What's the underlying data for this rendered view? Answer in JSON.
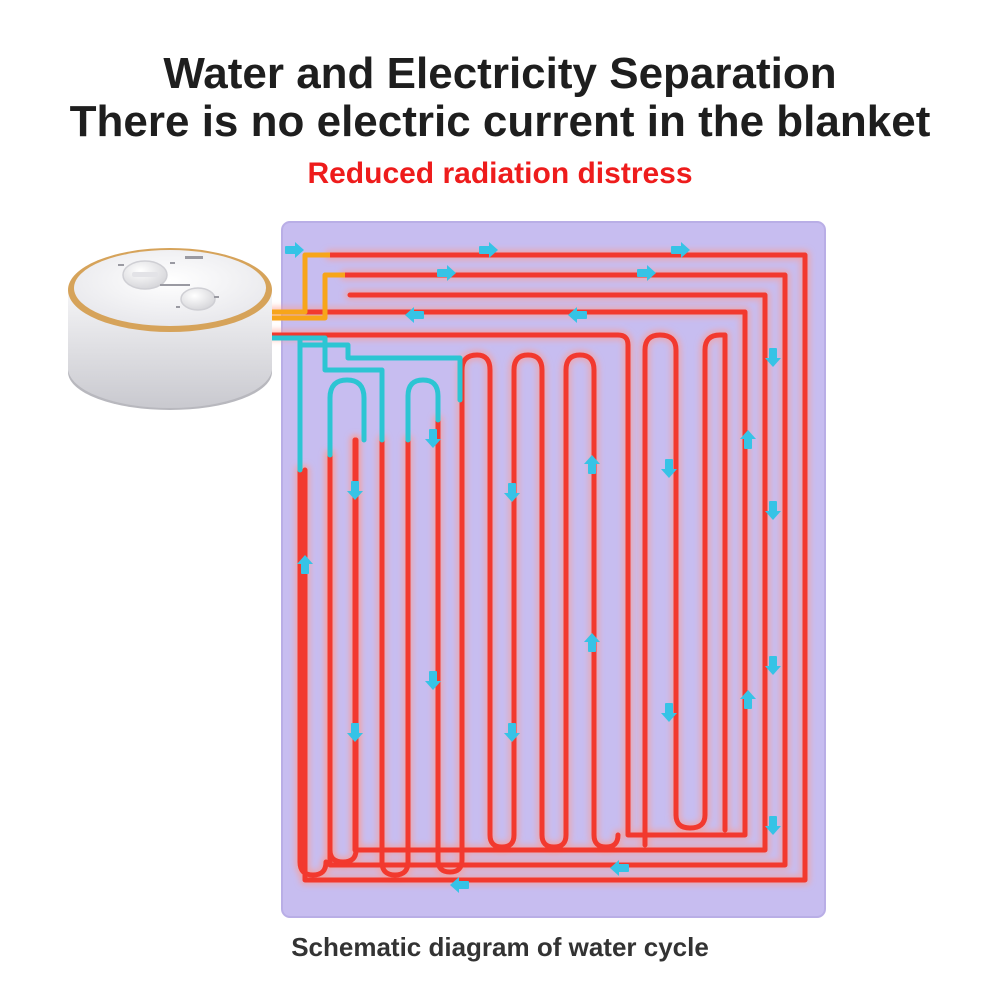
{
  "header": {
    "title_line1": "Water and Electricity Separation",
    "title_line2": "There is no electric current in the blanket",
    "subtitle": "Reduced radiation distress"
  },
  "diagram": {
    "caption": "Schematic diagram of water cycle",
    "colors": {
      "blanket": "#c7bdf0",
      "blanket_border": "#b9aee6",
      "hot_pipe": "#f2392e",
      "hot_pipe_glow": "#ff9b8c",
      "cold_pipe": "#2cc5d3",
      "feed_pipe": "#f7a51a",
      "arrow": "#36c3e6",
      "title_color": "#1e1e1e",
      "subtitle_color": "#ee1c1c",
      "caption_color": "#333333"
    },
    "device": {
      "name": "water-heater-controller",
      "knobs": [
        "temperature-knob",
        "timer-knob"
      ]
    },
    "flow_arrow_directions": [
      "right",
      "up",
      "down",
      "left"
    ]
  }
}
